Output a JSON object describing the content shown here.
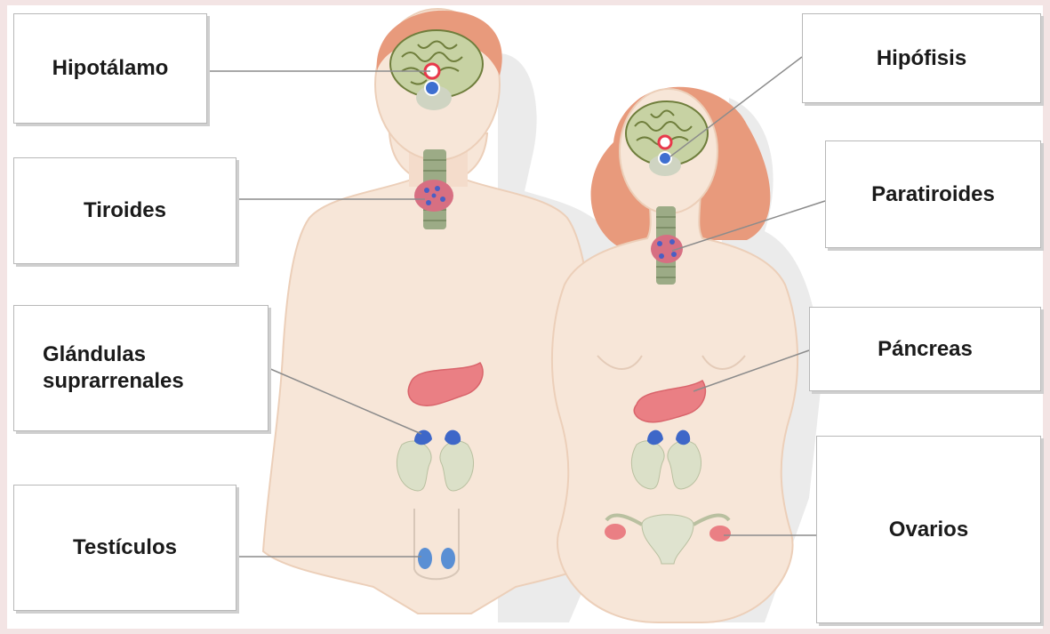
{
  "labels": {
    "hipotalamo": "Hipotálamo",
    "tiroides": "Tiroides",
    "glandulas_line1": "Glándulas",
    "glandulas_line2": "suprarrenales",
    "testiculos": "Testículos",
    "hipofisis": "Hipófisis",
    "paratiroides": "Paratiroides",
    "pancreas": "Páncreas",
    "ovarios": "Ovarios"
  },
  "colors": {
    "background": "#f3e4e4",
    "skin": "#f6e2d2",
    "skin_outline": "#e9c9b2",
    "shadow": "#dcdcdc",
    "hair": "#e8a184",
    "brain": "#c9d3a8",
    "brain_folds": "#6f7e3c",
    "hypothalamus_marker": "#e8384a",
    "pituitary_marker": "#3e6fd0",
    "thyroid": "#d86a7a",
    "trachea": "#9cab86",
    "pancreas": "#ea7f84",
    "adrenal": "#3e67c8",
    "kidney": "#dbe0c8",
    "uterus": "#dfe3cf",
    "leader_line": "#8c8c8c"
  }
}
